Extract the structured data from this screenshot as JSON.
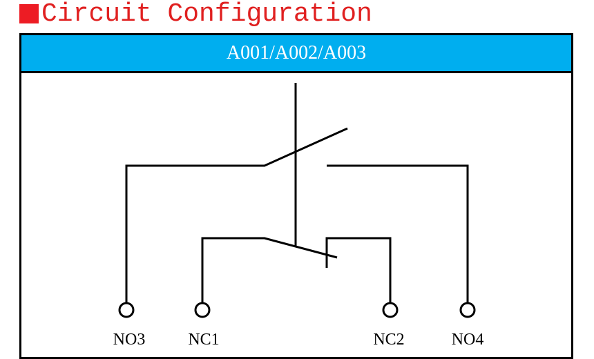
{
  "title": "Circuit Configuration",
  "colors": {
    "title": "#e02020",
    "header": "#00aeef"
  },
  "header": "A001/A002/A003",
  "terminals": {
    "no3": "NO3",
    "nc1": "NC1",
    "nc2": "NC2",
    "no4": "NO4"
  }
}
